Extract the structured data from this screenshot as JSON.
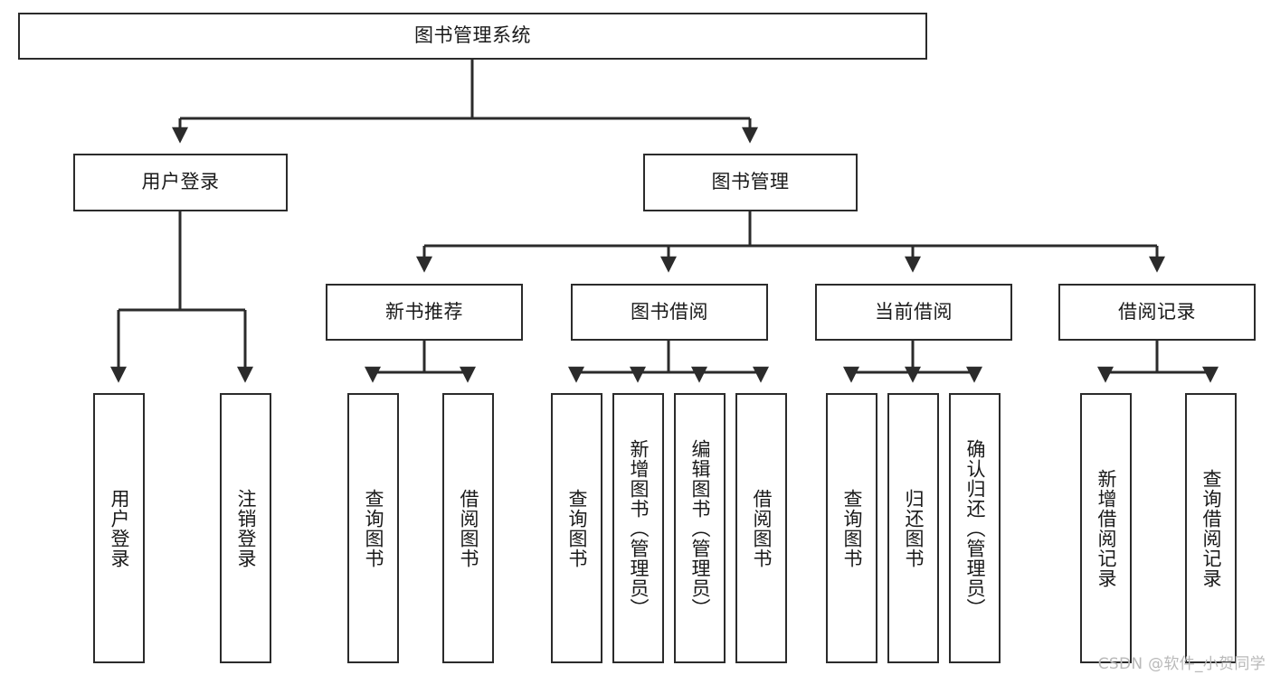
{
  "diagram": {
    "type": "tree-hierarchy",
    "title": "图书管理系统",
    "watermark": "CSDN @软件_小贺同学",
    "accent_color": "#2b2b2b",
    "background_color": "#ffffff",
    "levels": 4,
    "root": {
      "id": "root",
      "label": "图书管理系统"
    },
    "level1": [
      {
        "id": "user-login",
        "label": "用户登录"
      },
      {
        "id": "book-manage",
        "label": "图书管理"
      }
    ],
    "level2": [
      {
        "id": "new-book-recommend",
        "label": "新书推荐",
        "parent": "book-manage"
      },
      {
        "id": "book-borrow",
        "label": "图书借阅",
        "parent": "book-manage"
      },
      {
        "id": "current-borrow",
        "label": "当前借阅",
        "parent": "book-manage"
      },
      {
        "id": "borrow-record",
        "label": "借阅记录",
        "parent": "book-manage"
      }
    ],
    "leaves": [
      {
        "id": "leaf-user-login",
        "label": "用户登录",
        "parent": "user-login"
      },
      {
        "id": "leaf-logout-login",
        "label": "注销登录",
        "parent": "user-login"
      },
      {
        "id": "leaf-query-book-1",
        "label": "查询图书",
        "parent": "new-book-recommend"
      },
      {
        "id": "leaf-borrow-book-1",
        "label": "借阅图书",
        "parent": "new-book-recommend"
      },
      {
        "id": "leaf-query-book-2",
        "label": "查询图书",
        "parent": "book-borrow"
      },
      {
        "id": "leaf-add-book",
        "label": "新增图书（管理员）",
        "parent": "book-borrow"
      },
      {
        "id": "leaf-edit-book",
        "label": "编辑图书（管理员）",
        "parent": "book-borrow"
      },
      {
        "id": "leaf-borrow-book-2",
        "label": "借阅图书",
        "parent": "book-borrow"
      },
      {
        "id": "leaf-query-book-3",
        "label": "查询图书",
        "parent": "current-borrow"
      },
      {
        "id": "leaf-return-book",
        "label": "归还图书",
        "parent": "current-borrow"
      },
      {
        "id": "leaf-confirm-return",
        "label": "确认归还（管理员）",
        "parent": "current-borrow"
      },
      {
        "id": "leaf-add-record",
        "label": "新增借阅记录",
        "parent": "borrow-record"
      },
      {
        "id": "leaf-query-record",
        "label": "查询借阅记录",
        "parent": "borrow-record"
      }
    ]
  }
}
